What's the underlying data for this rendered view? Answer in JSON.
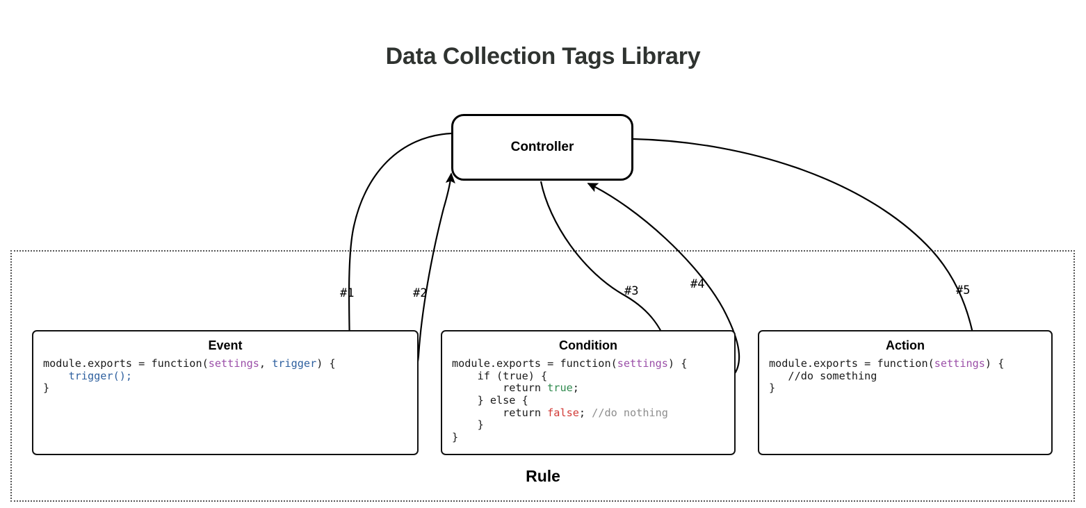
{
  "title": "Data Collection Tags Library",
  "controller": {
    "label": "Controller"
  },
  "rule": {
    "label": "Rule"
  },
  "cards": {
    "event": {
      "title": "Event",
      "code_lines": [
        [
          {
            "t": "module.exports = function(",
            "c": "plain"
          },
          {
            "t": "settings",
            "c": "settings"
          },
          {
            "t": ", ",
            "c": "plain"
          },
          {
            "t": "trigger",
            "c": "trigger"
          },
          {
            "t": ") {",
            "c": "plain"
          }
        ],
        [
          {
            "t": "    ",
            "c": "plain"
          },
          {
            "t": "trigger();",
            "c": "trigger"
          }
        ],
        [
          {
            "t": "}",
            "c": "plain"
          }
        ]
      ]
    },
    "condition": {
      "title": "Condition",
      "code_lines": [
        [
          {
            "t": "module.exports = function(",
            "c": "plain"
          },
          {
            "t": "settings",
            "c": "settings"
          },
          {
            "t": ") {",
            "c": "plain"
          }
        ],
        [
          {
            "t": "    if (true) {",
            "c": "plain"
          }
        ],
        [
          {
            "t": "        return ",
            "c": "plain"
          },
          {
            "t": "true",
            "c": "true"
          },
          {
            "t": ";",
            "c": "plain"
          }
        ],
        [
          {
            "t": "    } else {",
            "c": "plain"
          }
        ],
        [
          {
            "t": "        return ",
            "c": "plain"
          },
          {
            "t": "false",
            "c": "false"
          },
          {
            "t": "; ",
            "c": "plain"
          },
          {
            "t": "//do nothing",
            "c": "comment-gray"
          }
        ],
        [
          {
            "t": "    }",
            "c": "plain"
          }
        ],
        [
          {
            "t": "}",
            "c": "plain"
          }
        ]
      ]
    },
    "action": {
      "title": "Action",
      "code_lines": [
        [
          {
            "t": "module.exports = function(",
            "c": "plain"
          },
          {
            "t": "settings",
            "c": "settings"
          },
          {
            "t": ") {",
            "c": "plain"
          }
        ],
        [
          {
            "t": "   //do something",
            "c": "plain"
          }
        ],
        [
          {
            "t": "}",
            "c": "plain"
          }
        ]
      ]
    }
  },
  "arrows": [
    {
      "id": "1",
      "label": "#1",
      "from": "controller",
      "to": "event"
    },
    {
      "id": "2",
      "label": "#2",
      "from": "event",
      "to": "controller"
    },
    {
      "id": "3",
      "label": "#3",
      "from": "controller",
      "to": "condition"
    },
    {
      "id": "4",
      "label": "#4",
      "from": "condition",
      "to": "controller"
    },
    {
      "id": "5",
      "label": "#5",
      "from": "controller",
      "to": "action"
    }
  ],
  "colors": {
    "title": "#2f3330",
    "stroke": "#000000",
    "settings": "#9b4fa8",
    "trigger": "#2d5f9e",
    "true": "#2f8a4e",
    "false": "#d23a36",
    "comment": "#8d8d8d",
    "rule_border": "#555555",
    "background": "#ffffff"
  }
}
